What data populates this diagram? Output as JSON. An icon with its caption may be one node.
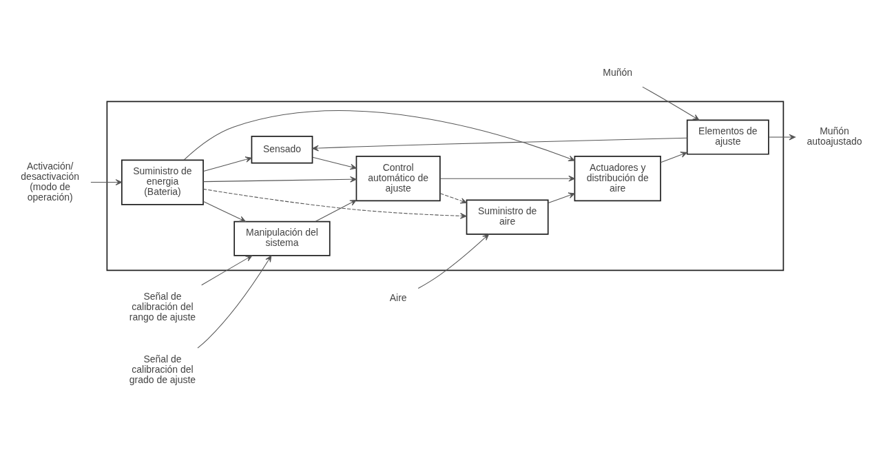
{
  "diagram": {
    "nodes": [
      {
        "text": [],
        "shape": "box"
      },
      {
        "text": [
          "Aire"
        ]
      },
      {
        "text": [
          "Muñón"
        ]
      },
      {
        "text": [
          "Activación/ desactivación (modo de operación)"
        ]
      },
      {
        "text": [
          "Señal de calibración del rango de ajuste"
        ]
      },
      {
        "text": [
          "Señal de calibración del grado de ajuste"
        ]
      },
      {
        "text": [
          "Sensado"
        ],
        "in": 0
      },
      {
        "text": [
          "Suministro de energia (Bateria)"
        ],
        "in": 0
      },
      {
        "text": [
          "Control automático de ajuste"
        ],
        "in": 0
      },
      {
        "text": [
          "Suministro de aire"
        ],
        "in": 0
      },
      {
        "text": [
          "Elementos de ajuste"
        ],
        "in": 0
      },
      {
        "text": [
          "Manipulación del sistema"
        ],
        "in": 0
      },
      {
        "text": [
          "Actuadores y distribución de aire"
        ],
        "in": 0
      },
      {
        "text": [
          "Muñón autoajustado"
        ]
      }
    ],
    "edges": [
      {
        "from": 1,
        "to": 9,
        "arrow": "to"
      },
      {
        "from": 2,
        "to": 10,
        "arrow": "to"
      },
      {
        "from": 3,
        "to": 7,
        "arrow": "to"
      },
      {
        "from": 4,
        "to": 11,
        "arrow": "to"
      },
      {
        "from": 5,
        "to": 11,
        "arrow": "to"
      },
      {
        "from": 6,
        "to": 8,
        "arrow": "to"
      },
      {
        "from": 7,
        "to": 8,
        "arrow": "to"
      },
      {
        "from": 7,
        "to": 6,
        "arrow": "to"
      },
      {
        "from": 7,
        "to": 12,
        "arrow": "to"
      },
      {
        "from": 7,
        "to": 11,
        "arrow": "to"
      },
      {
        "from": 11,
        "to": 8,
        "arrow": "to"
      },
      {
        "from": 8,
        "to": 9,
        "arrow": "to",
        "style": "dashed"
      },
      {
        "from": 7,
        "to": 9,
        "arrow": "to",
        "style": "dashed"
      },
      {
        "from": 8,
        "to": 12,
        "arrow": "to"
      },
      {
        "from": 9,
        "to": 12,
        "arrow": "to"
      },
      {
        "from": 12,
        "to": 10,
        "arrow": "to"
      },
      {
        "from": 10,
        "to": 6,
        "arrow": "to"
      },
      {
        "from": 10,
        "to": 13,
        "arrow": "to"
      }
    ]
  }
}
